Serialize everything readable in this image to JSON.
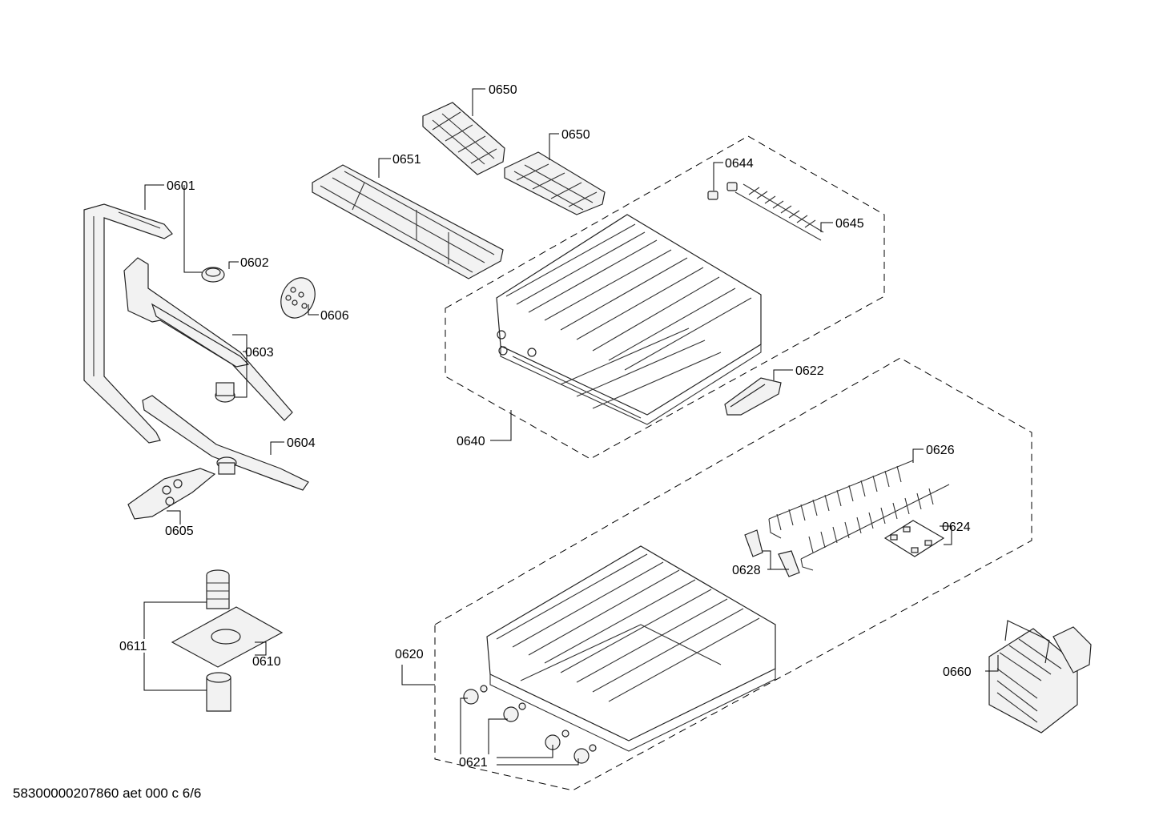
{
  "parts": {
    "p0650a": "0650",
    "p0650b": "0650",
    "p0651": "0651",
    "p0644": "0644",
    "p0645": "0645",
    "p0601": "0601",
    "p0602": "0602",
    "p0606": "0606",
    "p0603": "0603",
    "p0622": "0622",
    "p0640": "0640",
    "p0604": "0604",
    "p0626": "0626",
    "p0605": "0605",
    "p0624": "0624",
    "p0628": "0628",
    "p0611": "0611",
    "p0610": "0610",
    "p0620": "0620",
    "p0660": "0660",
    "p0621": "0621"
  },
  "footer": {
    "document_id": "58300000207860 aet 000 c 6/6"
  }
}
